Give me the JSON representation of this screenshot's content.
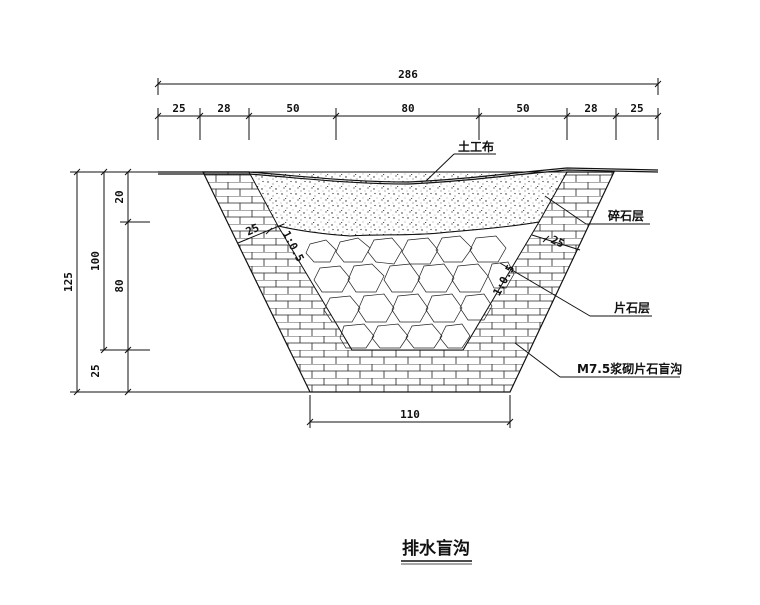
{
  "title": "排水盲沟",
  "top_dims": {
    "total": "286",
    "segments": [
      "25",
      "28",
      "50",
      "80",
      "50",
      "28",
      "25"
    ]
  },
  "left_dims": {
    "total": "125",
    "mid": "100",
    "upper": "20",
    "lower": "80",
    "base": "25"
  },
  "bottom_dim": "110",
  "side_dims": {
    "left": "25",
    "right": "25"
  },
  "slopes": {
    "left": "1:0.5",
    "right": "1:0.5"
  },
  "labels": {
    "geotextile": "土工布",
    "gravel": "碎石层",
    "rubble": "片石层",
    "masonry": "M7.5浆砌片石盲沟"
  }
}
